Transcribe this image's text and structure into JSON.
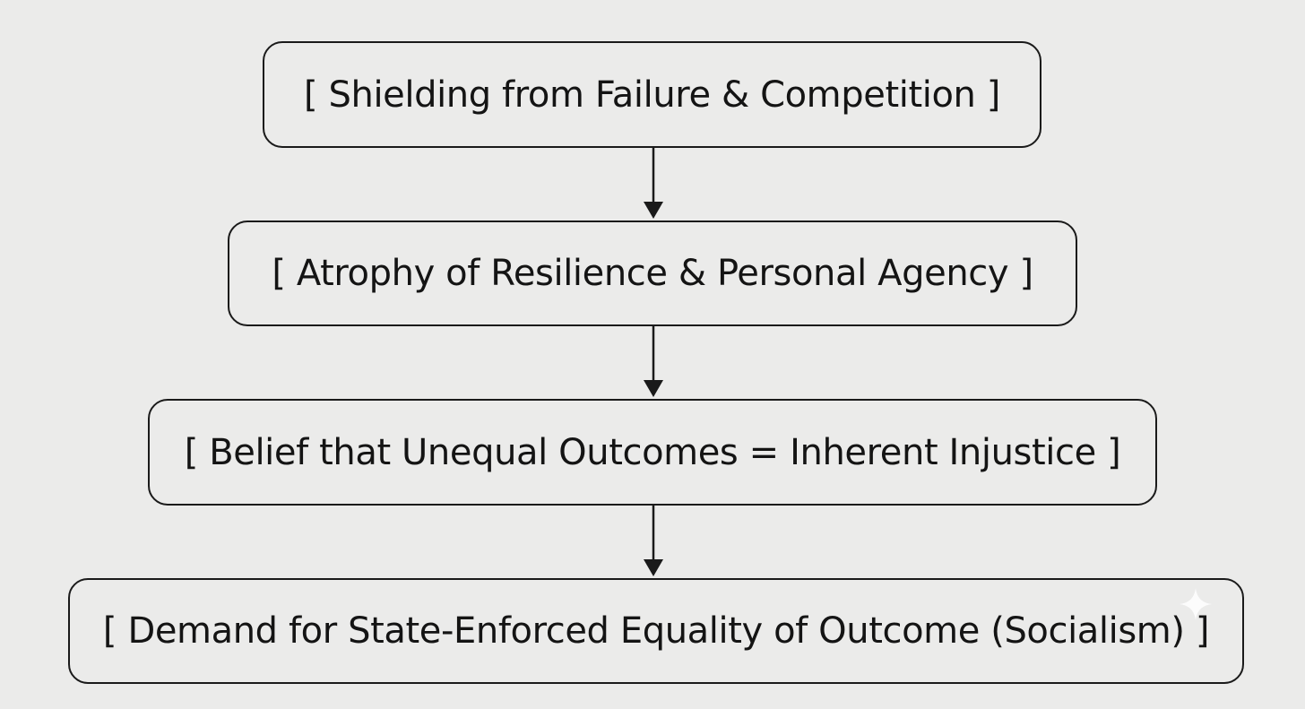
{
  "diagram": {
    "nodes": [
      {
        "id": "node-1",
        "label": "[ Shielding from Failure & Competition ]"
      },
      {
        "id": "node-2",
        "label": "[ Atrophy of Resilience & Personal Agency ]"
      },
      {
        "id": "node-3",
        "label": "[ Belief that Unequal Outcomes = Inherent Injustice ]"
      },
      {
        "id": "node-4",
        "label": "[ Demand for State-Enforced Equality of Outcome (Socialism) ]"
      }
    ],
    "edges": [
      {
        "from": "node-1",
        "to": "node-2"
      },
      {
        "from": "node-2",
        "to": "node-3"
      },
      {
        "from": "node-3",
        "to": "node-4"
      }
    ],
    "colors": {
      "background": "#ebebea",
      "stroke": "#1a1a1a",
      "text": "#141414"
    },
    "watermark_icon": "sparkle-icon"
  }
}
